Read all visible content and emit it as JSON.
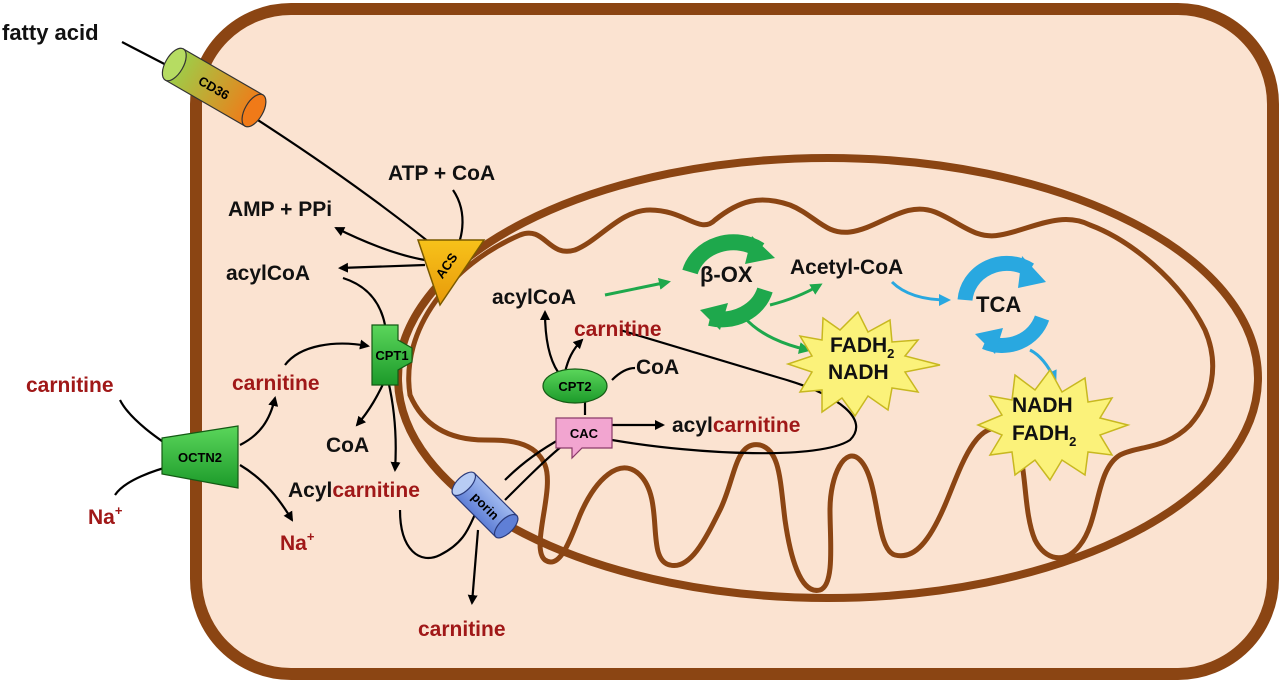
{
  "labels": {
    "fatty_acid": "fatty acid",
    "atp_coa": "ATP + CoA",
    "amp_ppi": "AMP + PPi",
    "acylcoa_outer": "acylCoA",
    "carnitine_left": "carnitine",
    "carnitine_mid": "carnitine",
    "na_left": "Na",
    "na_right": "Na",
    "na_sup": "+",
    "coa_outer": "CoA",
    "acyl_prefix": "Acyl",
    "acylcarnitine_suffix": "carnitine",
    "carnitine_bottom": "carnitine",
    "acylcoa_inner": "acylCoA",
    "carnitine_inner": "carnitine",
    "coa_inner": "CoA",
    "acyl_prefix_inner": "acyl",
    "acylcarnitine_inner_suffix": "carnitine",
    "beta_ox": "β-OX",
    "acetyl_coa": "Acetyl-CoA",
    "tca": "TCA",
    "fadh": "FADH",
    "nadh": "NADH",
    "sub2": "2"
  },
  "enzymes": {
    "cd36": "CD36",
    "acs": "ACS",
    "cpt1": "CPT1",
    "octn2": "OCTN2",
    "cpt2": "CPT2",
    "cac": "CAC",
    "porin": "porin"
  },
  "colors": {
    "cell_border": "#8b4513",
    "cytoplasm": "#fbe3d1",
    "label_red": "#a01818",
    "beta_ox_green": "#1ea84c",
    "tca_blue": "#29a8e0",
    "burst_yellow": "#fbf27a"
  }
}
